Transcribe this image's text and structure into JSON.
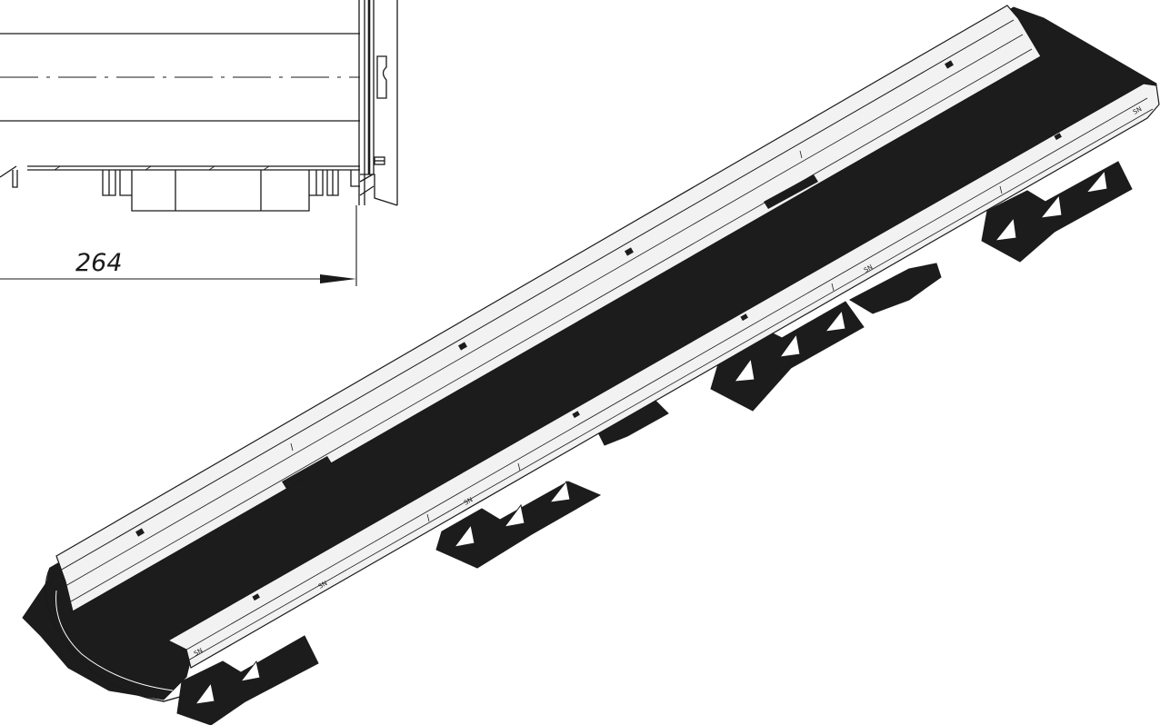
{
  "dimension": {
    "label": "264"
  },
  "channel_markings": {
    "end_marks": [
      "SN",
      "SN"
    ],
    "side_labels": [
      "SN",
      "SN",
      "SN"
    ]
  },
  "colors": {
    "line": "#1a1a1a",
    "channel_dark": "#1c1c1c",
    "rail_light": "#f2f2f2",
    "background": "#ffffff"
  }
}
